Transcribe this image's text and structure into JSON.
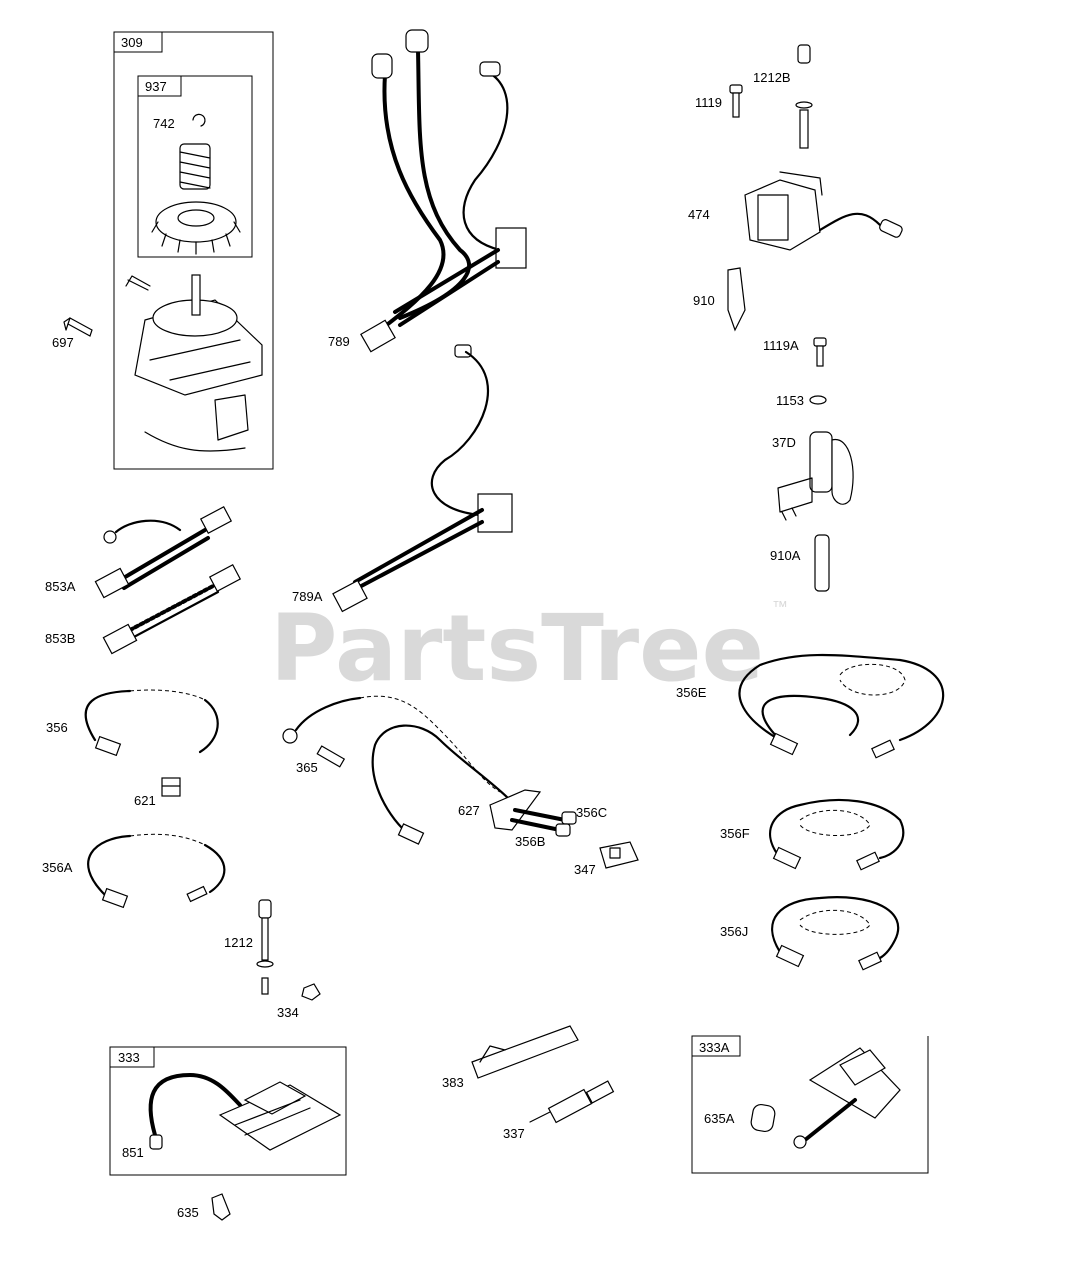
{
  "watermark": {
    "text": "PartsTree",
    "tm": "™"
  },
  "kits": {
    "k309": "309",
    "k937": "937",
    "k333": "333",
    "k333A": "333A"
  },
  "labels": {
    "p742": "742",
    "p697": "697",
    "p789": "789",
    "p789A": "789A",
    "p1119": "1119",
    "p1212B": "1212B",
    "p474": "474",
    "p910": "910",
    "p1119A": "1119A",
    "p1153": "1153",
    "p37D": "37D",
    "p910A": "910A",
    "p853A": "853A",
    "p853B": "853B",
    "p356": "356",
    "p621": "621",
    "p365": "365",
    "p627": "627",
    "p356C": "356C",
    "p356B": "356B",
    "p347": "347",
    "p356A": "356A",
    "p356E": "356E",
    "p356F": "356F",
    "p356J": "356J",
    "p1212": "1212",
    "p334": "334",
    "p851": "851",
    "p635": "635",
    "p383": "383",
    "p337": "337",
    "p635A": "635A"
  }
}
